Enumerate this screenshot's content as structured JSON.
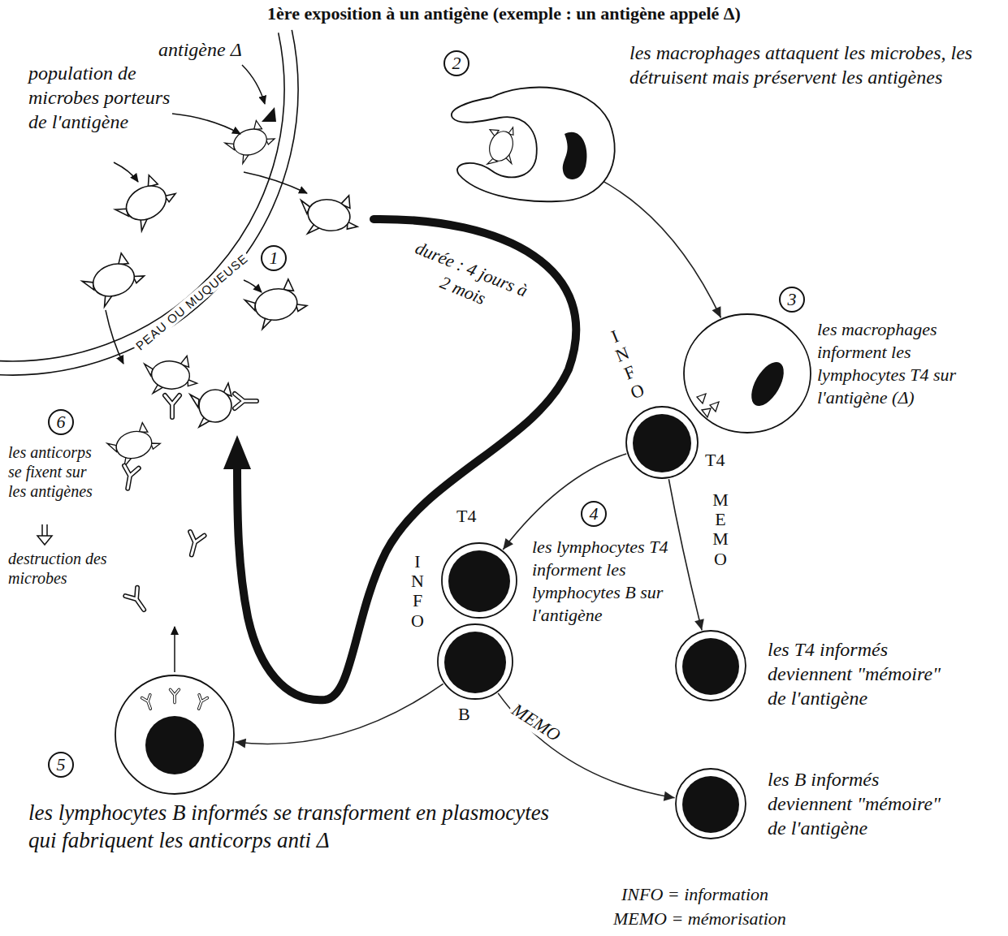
{
  "diagram": {
    "title": "1ère exposition à un antigène (exemple : un antigène appelé Δ)",
    "nodes": [
      {
        "text": [
          "les macrophages attaquent les microbes, les détruisent mais préservent les antigènes"
        ]
      },
      {
        "text": [
          "les macrophages informent les lymphocytes T4 sur l'antigène (Δ)"
        ]
      },
      {
        "text": [
          "T4"
        ]
      },
      {
        "text": [
          "T4",
          "les lymphocytes T4 informent les lymphocytes B sur l'antigène"
        ]
      },
      {
        "text": [
          "B"
        ]
      },
      {
        "text": [
          "les T4 informés deviennent \"mémoire\" de l'antigène"
        ]
      },
      {
        "text": [
          "les B informés deviennent \"mémoire\" de l'antigène"
        ]
      },
      {
        "text": [
          "les lymphocytes B informés se transforment en plasmocytes qui fabriquent les anticorps anti Δ"
        ]
      }
    ],
    "edges": [
      {
        "from": 0,
        "to": 1,
        "arrow": "to"
      },
      {
        "from": 2,
        "to": 3,
        "arrow": "to"
      },
      {
        "from": 2,
        "to": 5,
        "arrow": "to",
        "label": "MEMO"
      },
      {
        "from": 4,
        "to": 7,
        "arrow": "to"
      },
      {
        "from": 4,
        "to": 6,
        "arrow": "to",
        "label": "MEMO"
      }
    ],
    "labels": [
      "antigène Δ",
      "population de microbes porteurs de l'antigène",
      "PEAU OU MUQUEUSE",
      "1",
      "2",
      "3",
      "INFO",
      "4",
      "INFO",
      "5",
      "6",
      "les anticorps se fixent sur les antigènes",
      "destruction des microbes",
      "durée : 4 jours à 2 mois",
      "INFO = information",
      "MEMO = mémorisation"
    ]
  }
}
